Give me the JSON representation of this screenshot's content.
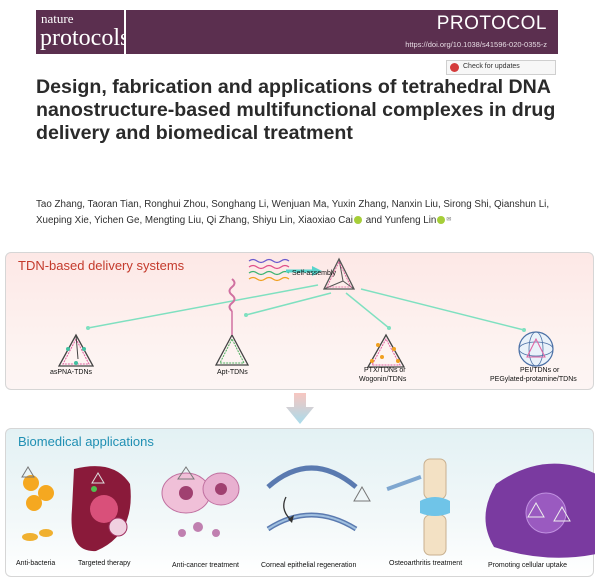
{
  "header": {
    "logo_line1": "nature",
    "logo_line2": "protocols",
    "article_type": "PROTOCOL",
    "doi": "https://doi.org/10.1038/s41596-020-0355-z",
    "check_updates": "Check for updates"
  },
  "paper": {
    "title": "Design, fabrication and applications of tetrahedral DNA nanostructure-based multifunctional complexes in drug delivery and biomedical treatment",
    "authors_main": "Tao Zhang, Taoran Tian, Ronghui Zhou, Songhang Li, Wenjuan Ma, Yuxin Zhang, Nanxin Liu, Sirong Shi, Qianshun Li, Xueping Xie, Yichen Ge, Mengting Liu, Qi Zhang, Shiyu Lin, Xiaoxiao Cai",
    "authors_join": " and Yunfeng Lin",
    "corresponding_mark": "✉"
  },
  "delivery": {
    "title": "TDN-based delivery systems",
    "self_assembly": "Self-assembly",
    "systems": [
      "asPNA-TDNs",
      "Apt-TDNs",
      "PTX/TDNs or",
      "Wogonin/TDNs",
      "PEI/TDNs or",
      "PEGylated-protamine/TDNs"
    ]
  },
  "applications": {
    "title": "Biomedical applications",
    "items": [
      "Anti-bacteria",
      "Targeted therapy",
      "Anti-cancer treatment",
      "Corneal epithelial regeneration",
      "Osteoarthritis treatment",
      "Promoting cellular uptake"
    ]
  },
  "colors": {
    "brand": "#5b2f4f",
    "delivery_title": "#c43a2c",
    "applications_title": "#1f8fb3",
    "arrow": "#58d4cc"
  }
}
